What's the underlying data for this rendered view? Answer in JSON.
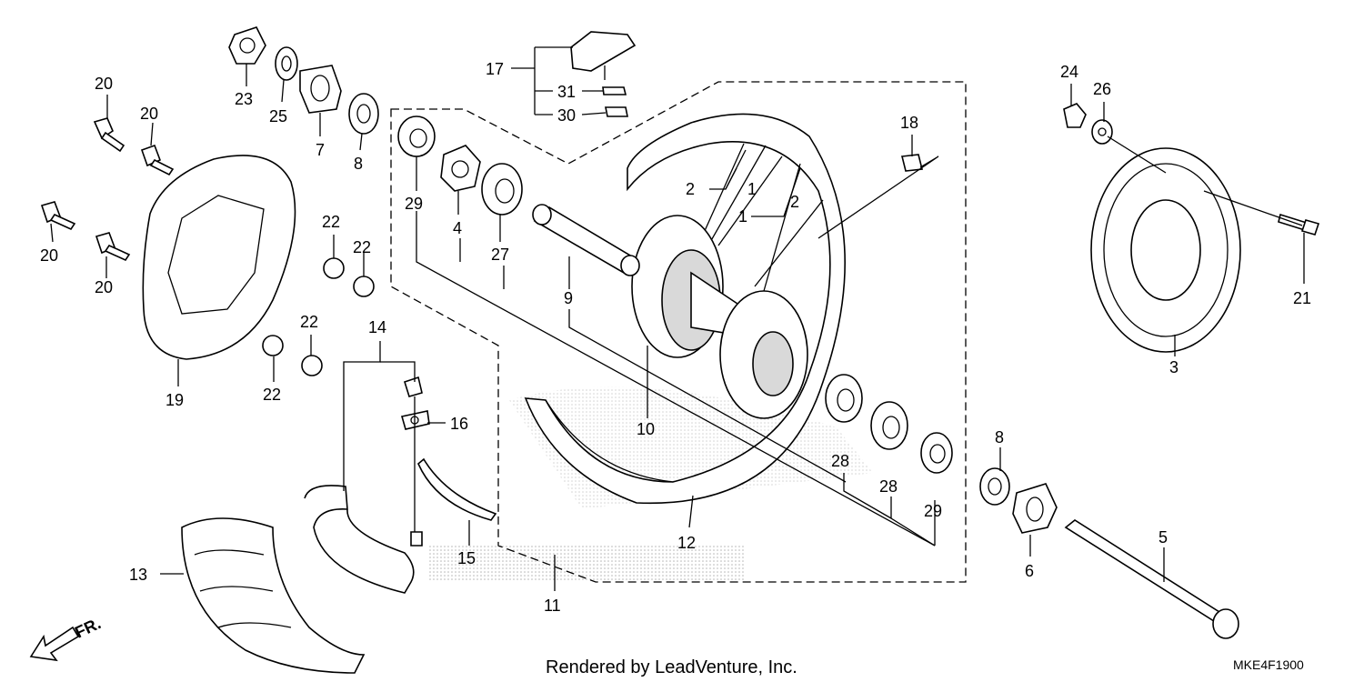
{
  "callouts": [
    {
      "id": "c-17",
      "text": "17"
    },
    {
      "id": "c-31",
      "text": "31"
    },
    {
      "id": "c-30",
      "text": "30"
    },
    {
      "id": "c-23",
      "text": "23"
    },
    {
      "id": "c-25",
      "text": "25"
    },
    {
      "id": "c-7",
      "text": "7"
    },
    {
      "id": "c-8a",
      "text": "8"
    },
    {
      "id": "c-20a",
      "text": "20"
    },
    {
      "id": "c-20b",
      "text": "20"
    },
    {
      "id": "c-20c",
      "text": "20"
    },
    {
      "id": "c-20d",
      "text": "20"
    },
    {
      "id": "c-19",
      "text": "19"
    },
    {
      "id": "c-22a",
      "text": "22"
    },
    {
      "id": "c-22b",
      "text": "22"
    },
    {
      "id": "c-22c",
      "text": "22"
    },
    {
      "id": "c-22d",
      "text": "22"
    },
    {
      "id": "c-29a",
      "text": "29"
    },
    {
      "id": "c-4",
      "text": "4"
    },
    {
      "id": "c-27",
      "text": "27"
    },
    {
      "id": "c-9",
      "text": "9"
    },
    {
      "id": "c-14",
      "text": "14"
    },
    {
      "id": "c-16",
      "text": "16"
    },
    {
      "id": "c-2a",
      "text": "2"
    },
    {
      "id": "c-1a",
      "text": "1"
    },
    {
      "id": "c-1b",
      "text": "1"
    },
    {
      "id": "c-2b",
      "text": "2"
    },
    {
      "id": "c-18",
      "text": "18"
    },
    {
      "id": "c-10",
      "text": "10"
    },
    {
      "id": "c-13",
      "text": "13"
    },
    {
      "id": "c-15",
      "text": "15"
    },
    {
      "id": "c-11",
      "text": "11"
    },
    {
      "id": "c-12",
      "text": "12"
    },
    {
      "id": "c-28a",
      "text": "28"
    },
    {
      "id": "c-28b",
      "text": "28"
    },
    {
      "id": "c-29b",
      "text": "29"
    },
    {
      "id": "c-8b",
      "text": "8"
    },
    {
      "id": "c-6",
      "text": "6"
    },
    {
      "id": "c-5",
      "text": "5"
    },
    {
      "id": "c-24",
      "text": "24"
    },
    {
      "id": "c-26",
      "text": "26"
    },
    {
      "id": "c-21",
      "text": "21"
    },
    {
      "id": "c-3",
      "text": "3"
    }
  ],
  "footer": {
    "rendered_by": "Rendered by LeadVenture, Inc.",
    "diagram_code": "MKE4F1900",
    "direction_label": "FR."
  },
  "colors": {
    "ink": "#000000",
    "background": "#ffffff",
    "stipple": "#b5b5b5"
  }
}
